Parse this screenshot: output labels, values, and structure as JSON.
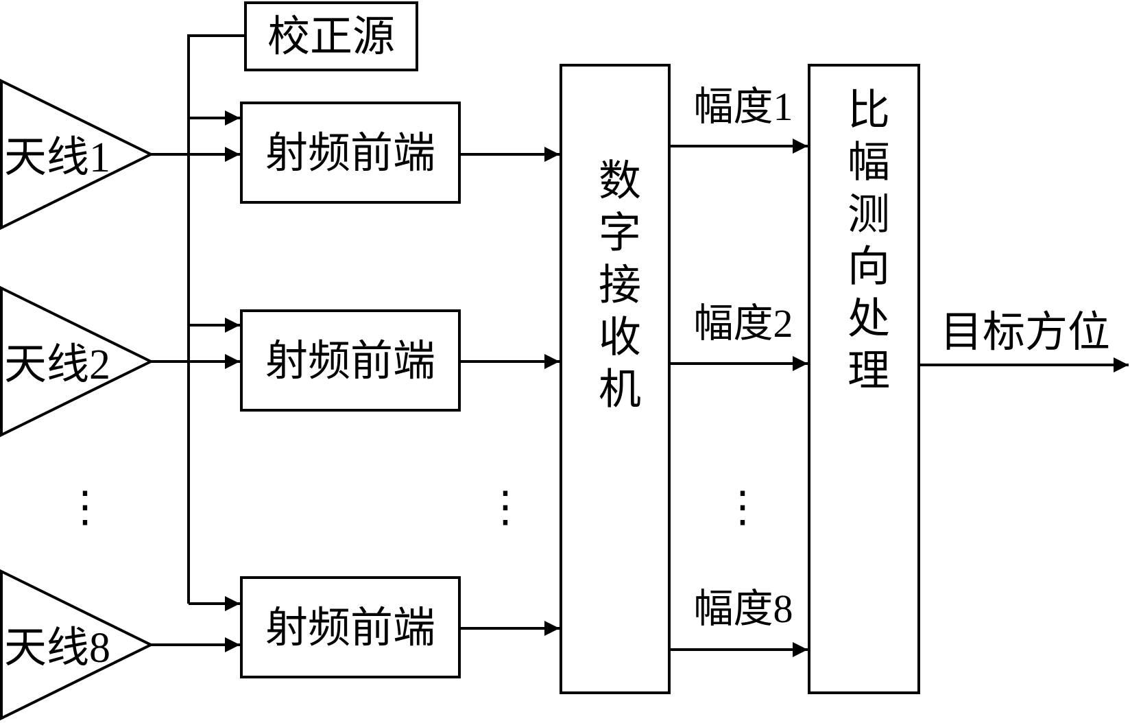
{
  "calibration_source": "校正源",
  "antennas": [
    {
      "label": "天线1"
    },
    {
      "label": "天线2"
    },
    {
      "label": "天线8"
    }
  ],
  "rf_front_end": "射频前端",
  "digital_receiver": "数字接收机",
  "amplitudes": [
    "幅度1",
    "幅度2",
    "幅度8"
  ],
  "processor": "比幅测向处理",
  "output": "目标方位",
  "ellipsis": "⋮"
}
